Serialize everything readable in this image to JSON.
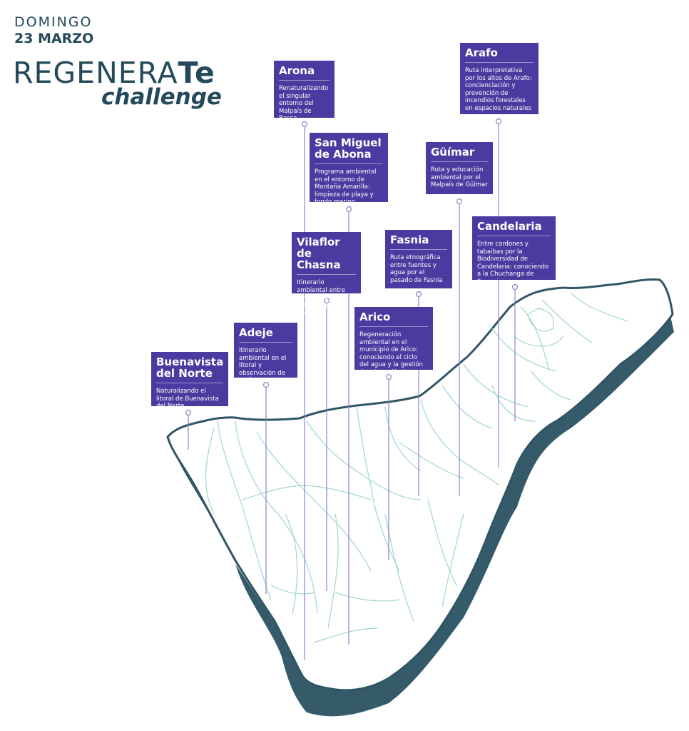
{
  "header": {
    "day": "DOMINGO",
    "date": "23 MARZO"
  },
  "logo": {
    "wordmark_regular": "REGENERA",
    "wordmark_bold": "Te",
    "tagline": "challenge"
  },
  "locations": [
    {
      "name": "Arona",
      "description": "Renaturalizando el singular entorno del Malpaís de Rasca"
    },
    {
      "name": "Arafo",
      "description": "Ruta interpretativa por los altos de Arafo: concienciación y prevención de incendios forestales en espacios naturales"
    },
    {
      "name": "San Miguel de Abona",
      "description": "Programa ambiental en el entorno de Montaña Amarilla: limpieza de playa y fondo marino"
    },
    {
      "name": "Güímar",
      "description": "Ruta y educación ambiental por el Malpaís de Güímar"
    },
    {
      "name": "Candelaria",
      "description": "Entre cardones y tabaibas por la Biodiversidad de Candelaria: conociendo a la Chuchanga de Samarines"
    },
    {
      "name": "Vilaflor de Chasna",
      "description": "Itinerario ambiental entre barrancos y volcanes por Vilaflor"
    },
    {
      "name": "Fasnia",
      "description": "Ruta etnográfica entre fuentes y agua por el pasado de Fasnia"
    },
    {
      "name": "Arico",
      "description": "Regeneración ambiental en el municipio de Arico: conociendo el ciclo del agua y la gestión de micro plásticos"
    },
    {
      "name": "Adeje",
      "description": "Itinerario ambiental en el litoral y observación de cetáceos en Adeje"
    },
    {
      "name": "Buenavista del Norte",
      "description": "Naturalizando el litoral de Buenavista del Norte"
    }
  ],
  "colors": {
    "card_bg": "#4d3aa0",
    "brand_dark": "#24495a",
    "map_shadow": "#355b6a",
    "map_outline": "#2f5566",
    "roads": "#9fd6cc",
    "pin_line": "#8f83cf"
  }
}
